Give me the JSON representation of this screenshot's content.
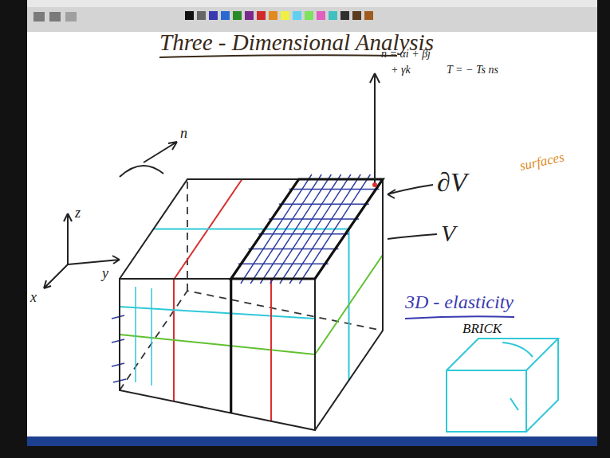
{
  "diagram": {
    "title": "Three - Dimensional Analysis",
    "labels": [
      "n",
      "z",
      "y",
      "x",
      "n = αi + βj",
      "+ γk",
      "T = − Ts ns",
      "surfaces",
      "∂V",
      "V",
      "3D - elasticity",
      "BRICK"
    ]
  }
}
